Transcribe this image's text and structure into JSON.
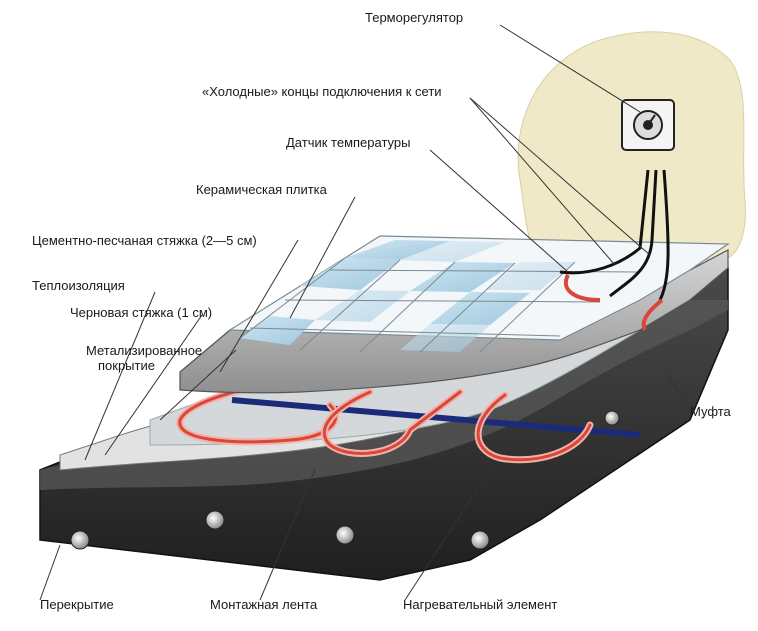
{
  "labels": {
    "thermostat": "Терморегулятор",
    "cold_ends": "«Холодные» концы подключения к сети",
    "temp_sensor": "Датчик температуры",
    "ceramic_tile": "Керамическая плитка",
    "cement_screed": "Цементно-песчаная стяжка (2—5 см)",
    "insulation": "Теплоизоляция",
    "rough_screed": "Черновая стяжка (1 см)",
    "metal_coating_line1": "Метализированное",
    "metal_coating_line2": "покрытие",
    "coupling": "Муфта",
    "slab": "Перекрытие",
    "mounting_tape": "Монтажная лента",
    "heating_element": "Нагревательный элемент"
  },
  "colors": {
    "slab": "#3a3a3a",
    "slab_top": "#555555",
    "screed": "#bdbdbd",
    "tile_blue": "#b9d9ea",
    "tile_white": "#f4f7f9",
    "grout": "#7a8a94",
    "heating_cable": "#d9463a",
    "mounting_tape": "#1c2a7a",
    "wall": "#efe9c8"
  }
}
